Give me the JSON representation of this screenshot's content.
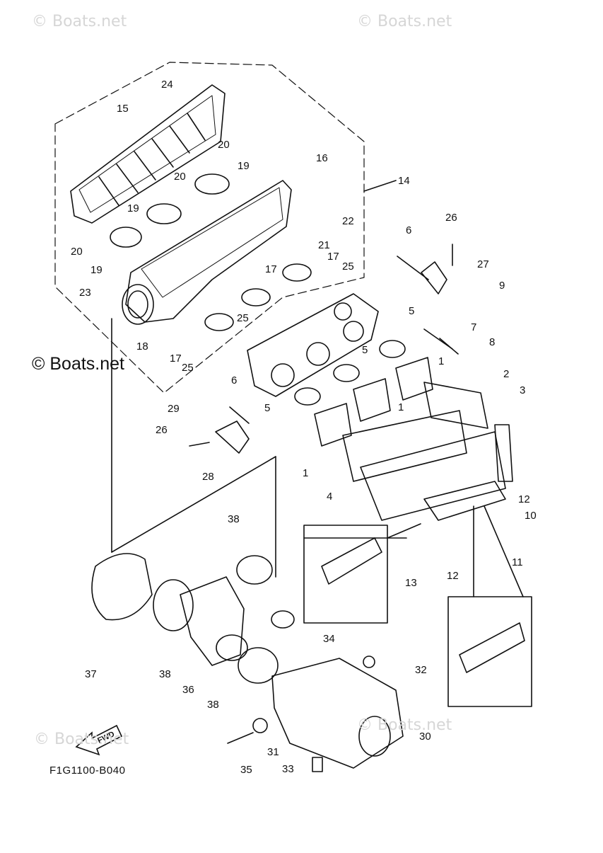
{
  "diagram": {
    "code": "F1G1100-B040",
    "fwd_label": "FWD",
    "watermark": "© Boats.net",
    "part_numbers": [
      "1",
      "2",
      "3",
      "4",
      "5",
      "6",
      "7",
      "8",
      "9",
      "10",
      "11",
      "12",
      "13",
      "14",
      "15",
      "16",
      "17",
      "18",
      "19",
      "20",
      "21",
      "22",
      "23",
      "24",
      "25",
      "26",
      "27",
      "28",
      "29",
      "30",
      "31",
      "32",
      "33",
      "34",
      "35",
      "36",
      "37",
      "38"
    ]
  },
  "callouts": [
    {
      "n": "24",
      "name": "part-label-24"
    },
    {
      "n": "15",
      "name": "part-label-15"
    },
    {
      "n": "20",
      "name": "part-label-20-a"
    },
    {
      "n": "19",
      "name": "part-label-19-a"
    },
    {
      "n": "16",
      "name": "part-label-16"
    },
    {
      "n": "20",
      "name": "part-label-20-b"
    },
    {
      "n": "14",
      "name": "part-label-14"
    },
    {
      "n": "19",
      "name": "part-label-19-b"
    },
    {
      "n": "22",
      "name": "part-label-22"
    },
    {
      "n": "26",
      "name": "part-label-26-a"
    },
    {
      "n": "6",
      "name": "part-label-6-a"
    },
    {
      "n": "20",
      "name": "part-label-20-c"
    },
    {
      "n": "21",
      "name": "part-label-21"
    },
    {
      "n": "19",
      "name": "part-label-19-c"
    },
    {
      "n": "17",
      "name": "part-label-17-a"
    },
    {
      "n": "27",
      "name": "part-label-27"
    },
    {
      "n": "25",
      "name": "part-label-25-a"
    },
    {
      "n": "17",
      "name": "part-label-17-b"
    },
    {
      "n": "9",
      "name": "part-label-9"
    },
    {
      "n": "23",
      "name": "part-label-23"
    },
    {
      "n": "5",
      "name": "part-label-5-a"
    },
    {
      "n": "25",
      "name": "part-label-25-b"
    },
    {
      "n": "7",
      "name": "part-label-7"
    },
    {
      "n": "8",
      "name": "part-label-8"
    },
    {
      "n": "18",
      "name": "part-label-18"
    },
    {
      "n": "17",
      "name": "part-label-17-c"
    },
    {
      "n": "5",
      "name": "part-label-5-b"
    },
    {
      "n": "25",
      "name": "part-label-25-c"
    },
    {
      "n": "1",
      "name": "part-label-1-a"
    },
    {
      "n": "6",
      "name": "part-label-6-b"
    },
    {
      "n": "2",
      "name": "part-label-2"
    },
    {
      "n": "5",
      "name": "part-label-5-c"
    },
    {
      "n": "1",
      "name": "part-label-1-b"
    },
    {
      "n": "29",
      "name": "part-label-29"
    },
    {
      "n": "3",
      "name": "part-label-3"
    },
    {
      "n": "26",
      "name": "part-label-26-b"
    },
    {
      "n": "28",
      "name": "part-label-28"
    },
    {
      "n": "1",
      "name": "part-label-1-c"
    },
    {
      "n": "4",
      "name": "part-label-4"
    },
    {
      "n": "12",
      "name": "part-label-12-a"
    },
    {
      "n": "10",
      "name": "part-label-10"
    },
    {
      "n": "38",
      "name": "part-label-38-a"
    },
    {
      "n": "13",
      "name": "part-label-13"
    },
    {
      "n": "12",
      "name": "part-label-12-b"
    },
    {
      "n": "11",
      "name": "part-label-11"
    },
    {
      "n": "37",
      "name": "part-label-37"
    },
    {
      "n": "38",
      "name": "part-label-38-b"
    },
    {
      "n": "34",
      "name": "part-label-34"
    },
    {
      "n": "36",
      "name": "part-label-36"
    },
    {
      "n": "32",
      "name": "part-label-32"
    },
    {
      "n": "38",
      "name": "part-label-38-c"
    },
    {
      "n": "30",
      "name": "part-label-30"
    },
    {
      "n": "31",
      "name": "part-label-31"
    },
    {
      "n": "35",
      "name": "part-label-35"
    },
    {
      "n": "33",
      "name": "part-label-33"
    }
  ]
}
